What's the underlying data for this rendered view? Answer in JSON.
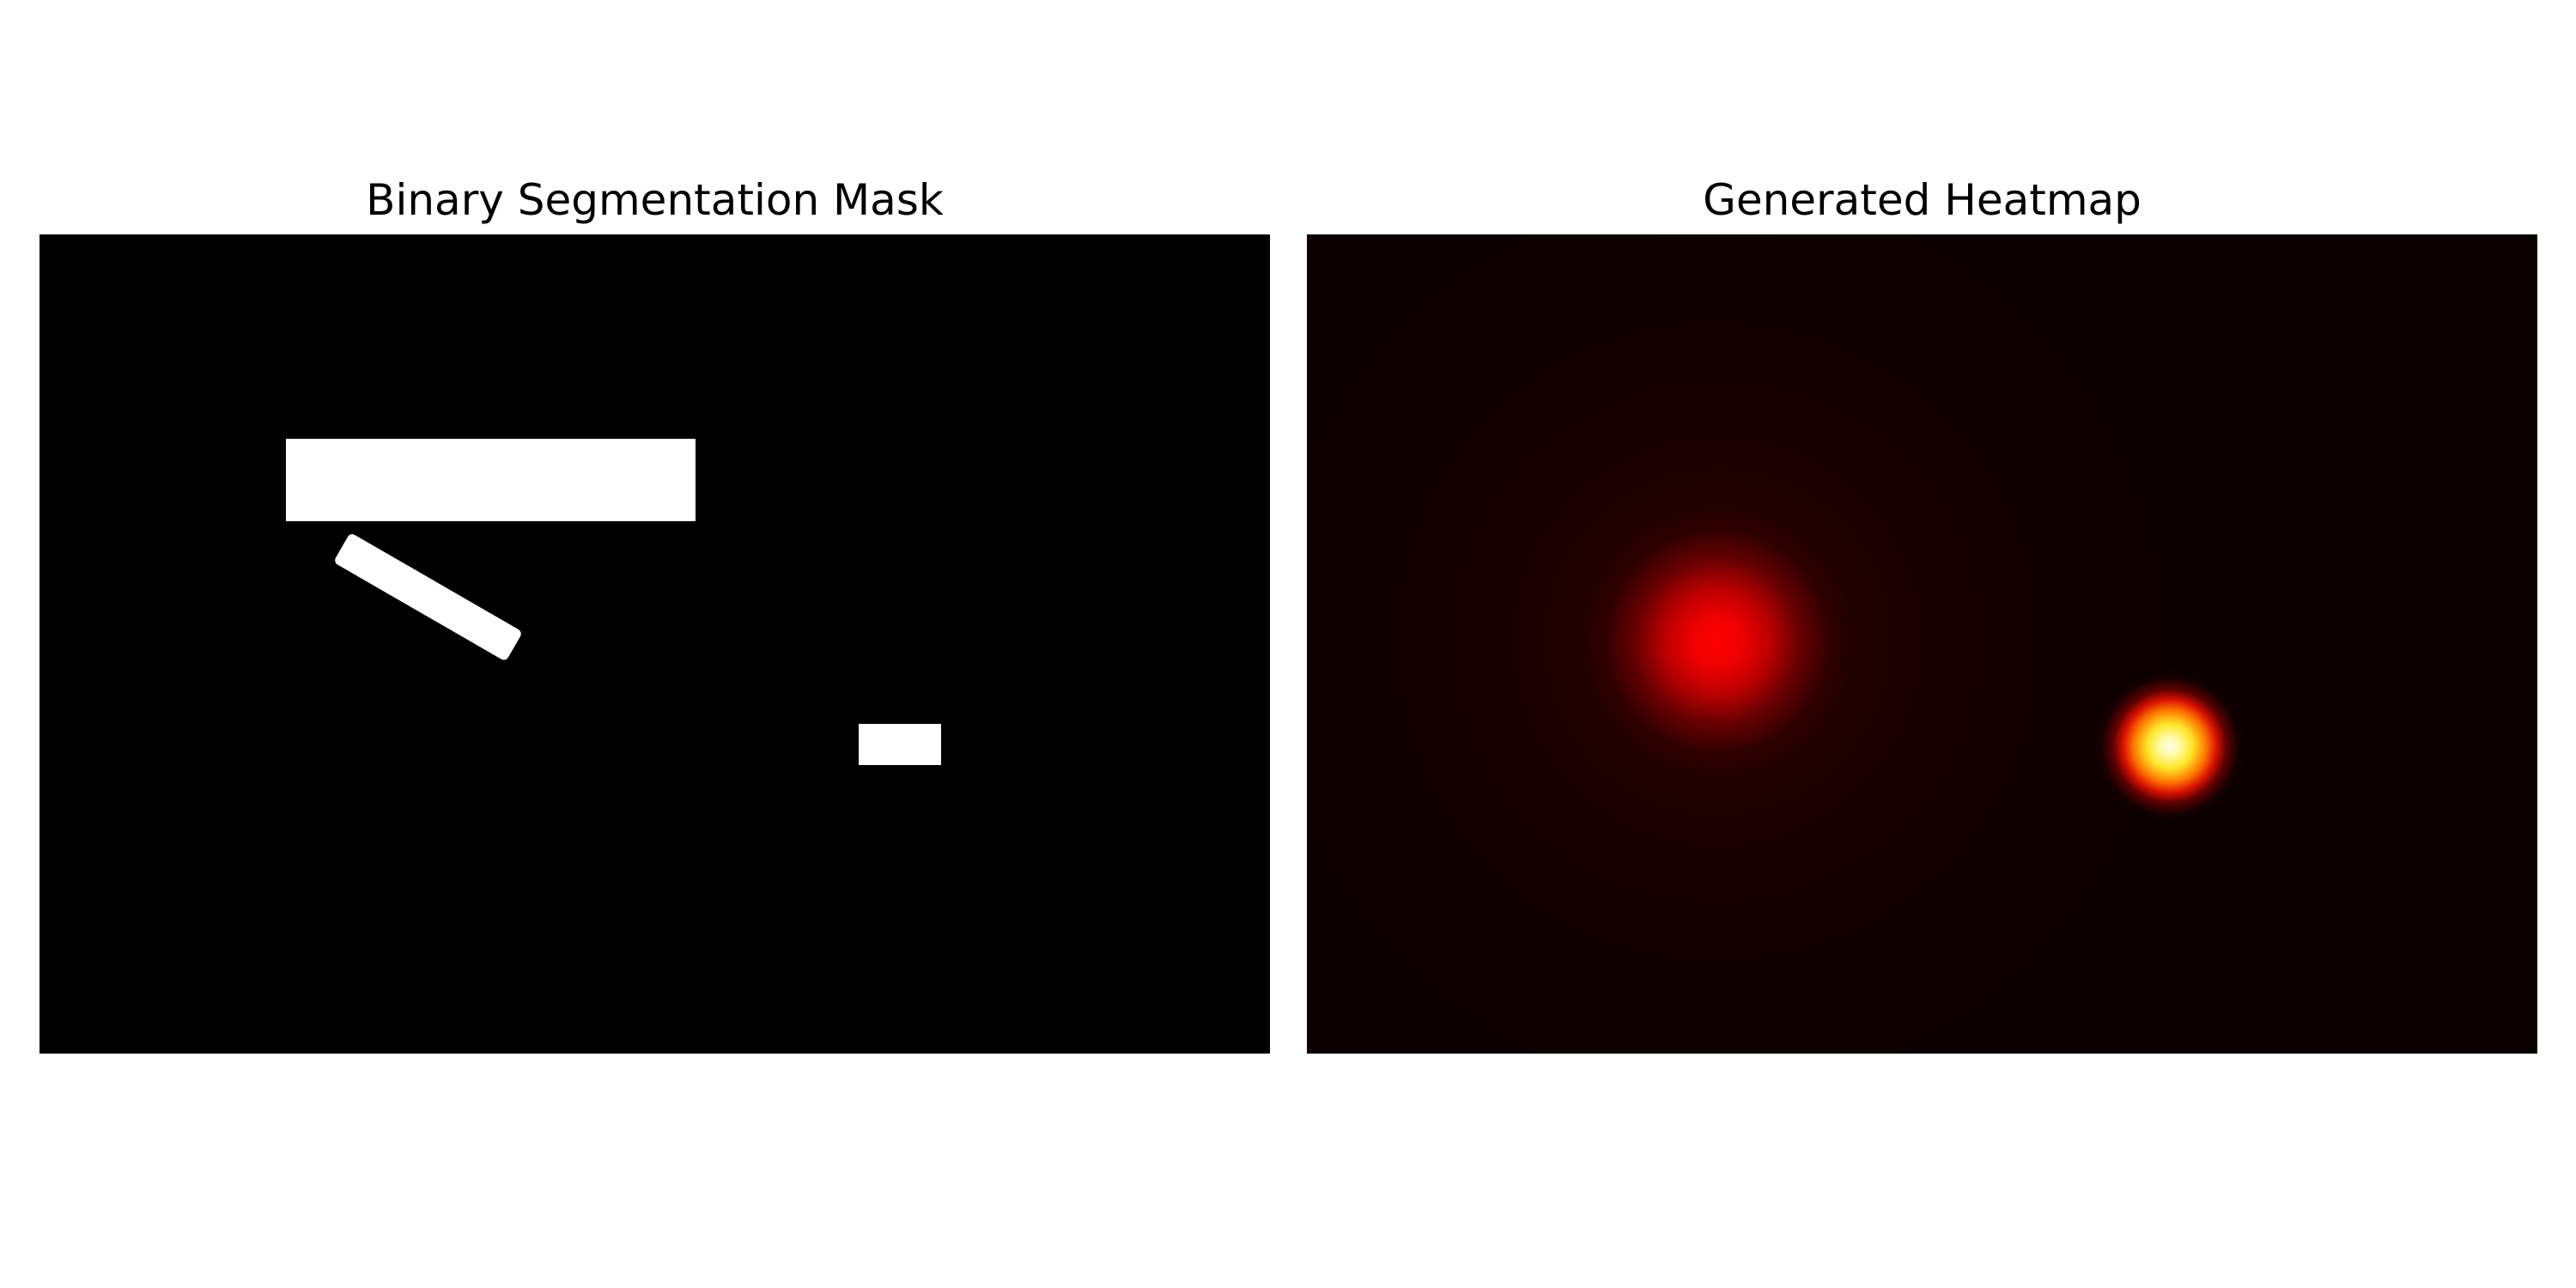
{
  "panels": {
    "left": {
      "title": "Binary Segmentation Mask",
      "image": "binary-mask",
      "colors": {
        "background": "#000000",
        "foreground": "#ffffff"
      },
      "objects": [
        "rectangle",
        "rotated-bar",
        "small-rectangle"
      ]
    },
    "right": {
      "title": "Generated Heatmap",
      "image": "heatmap",
      "colormap": "hot",
      "colors": {
        "background": "#0a0000",
        "peak_red": "#ff0000",
        "peak_yellow": "#ffff99"
      },
      "hotspots": [
        "diffuse-red",
        "sharp-yellow"
      ]
    }
  }
}
